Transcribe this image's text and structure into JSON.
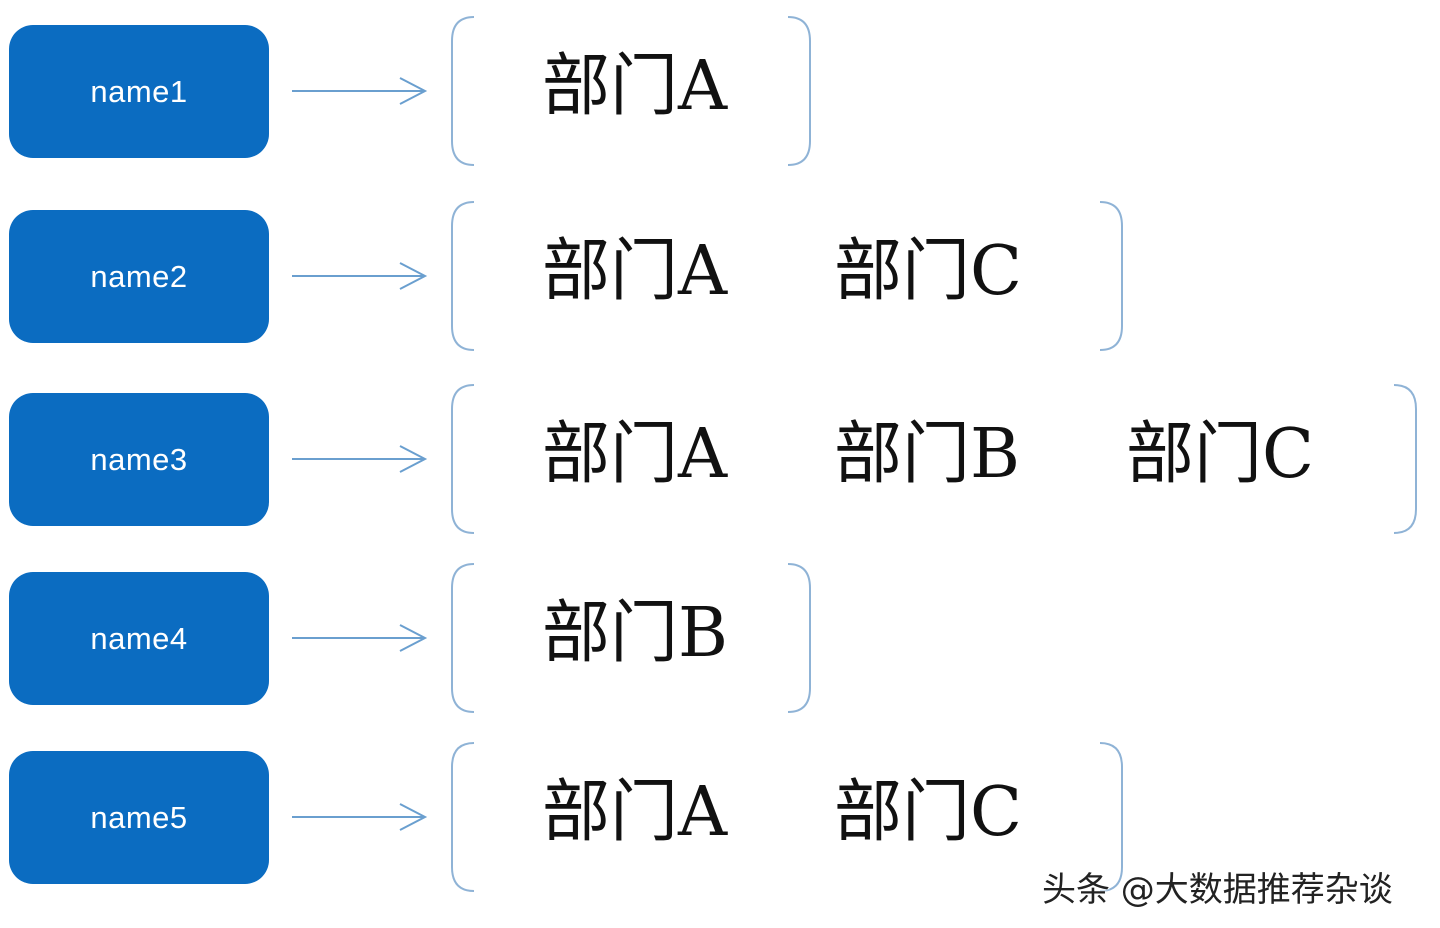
{
  "rows": [
    {
      "name": "name1",
      "depts": [
        "部门A"
      ]
    },
    {
      "name": "name2",
      "depts": [
        "部门A",
        "部门C"
      ]
    },
    {
      "name": "name3",
      "depts": [
        "部门A",
        "部门B",
        "部门C"
      ]
    },
    {
      "name": "name4",
      "depts": [
        "部门B"
      ]
    },
    {
      "name": "name5",
      "depts": [
        "部门A",
        "部门C"
      ]
    }
  ],
  "watermark": "头条 @大数据推荐杂谈",
  "colors": {
    "name_box": "#0b6cc1",
    "arrow": "#6a9fcf",
    "brace": "#8fb3d6",
    "dept_text": "#111111"
  },
  "icons": {
    "arrow": "right-arrow-icon",
    "brace": "bracket-shape"
  }
}
